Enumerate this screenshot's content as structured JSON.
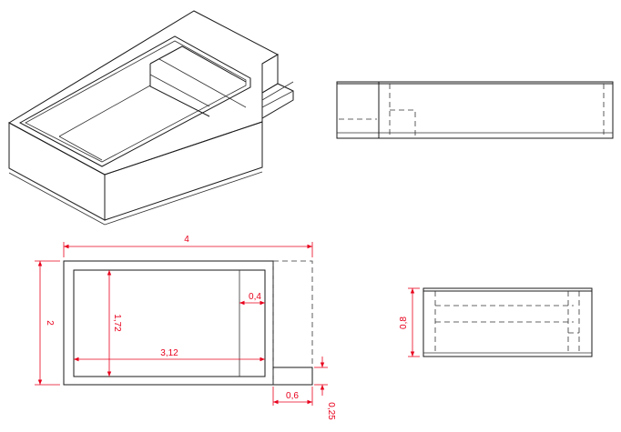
{
  "dimensions": {
    "overall_length": "4",
    "overall_width": "2",
    "inner_width": "1,72",
    "inner_length": "3,12",
    "wall_thickness": "0,4",
    "step_length": "0,6",
    "step_height": "0,25",
    "depth": "0,8"
  },
  "colors": {
    "linework": "#1a1a1a",
    "dimension": "#e8001c",
    "background": "#ffffff"
  }
}
